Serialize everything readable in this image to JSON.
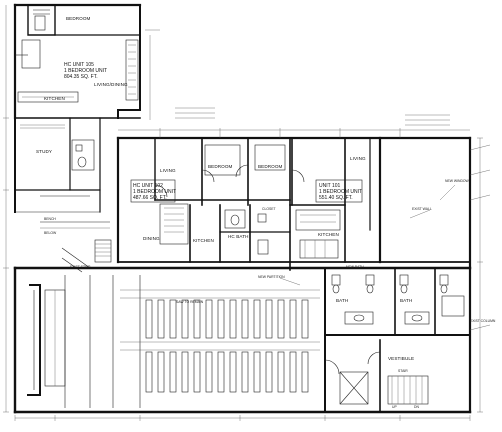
{
  "units": {
    "unit_105": {
      "line1": "HC UNIT 105",
      "line2": "1 BEDROOM UNIT",
      "line3": "804.35 SQ. FT."
    },
    "unit_102": {
      "line1": "HC UNIT 102",
      "line2": "1 BEDROOM UNIT",
      "line3": "487.66 SQ. FT."
    },
    "unit_101": {
      "line1": "UNIT 101",
      "line2": "1 BEDROOM UNIT",
      "line3": "551.40 SQ. FT."
    }
  },
  "rooms": {
    "bedroom_top": "BEDROOM",
    "living_dining_top": "LIVING/DINING",
    "kitchen_top": "KITCHEN",
    "study": "STUDY",
    "living_102": "LIVING",
    "bedroom_102": "BEDROOM",
    "bedroom_101": "BEDROOM",
    "dining": "DINING",
    "kitchen_102": "KITCHEN",
    "hc_bath": "HC BATH",
    "closet": "CLOSET",
    "kitchen_101": "KITCHEN",
    "living_101": "LIVING",
    "bath_1": "BATH",
    "bath_2": "BATH",
    "vestibule": "VESTIBULE",
    "stair": "STAIR"
  },
  "notes": {
    "bench": "BENCH",
    "below": "BELOW",
    "saw_to_remain": "SAW TO REMAIN",
    "new_partition": "NEW PARTITION",
    "exist_wall": "EXIST WALL",
    "new_bath": "NEW BATH",
    "exist_stair": "EXIST STAIR",
    "new_window": "NEW WINDOW",
    "exist_column": "EXIST COLUMN"
  },
  "stairs": {
    "up": "UP",
    "dn": "DN"
  }
}
